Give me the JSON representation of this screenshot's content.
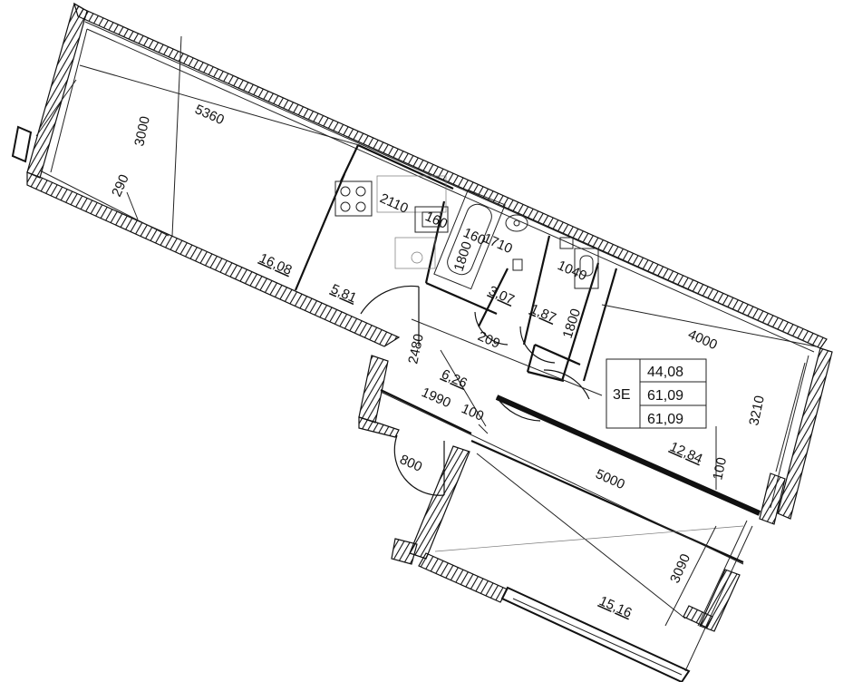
{
  "summary": {
    "code": "3E",
    "values": [
      "44,08",
      "61,09",
      "61,09"
    ]
  },
  "areas": {
    "living": "16,08",
    "kitchen": "5,81",
    "bath": "3,07",
    "wc": "1,87",
    "hall": "6,26",
    "bedroom1": "12,84",
    "bedroom2": "15,16"
  },
  "dimensions": {
    "living_len": "5360",
    "living_wid": "3000",
    "living_small": "290",
    "kitchen_len": "2110",
    "appliance": "160",
    "bath_a": "160",
    "bath_b": "1710",
    "bath_c": "1800",
    "wc_a": "1040",
    "wc_b": "1800",
    "hall_a": "2480",
    "hall_b": "1990",
    "hall_c": "100",
    "hall_d": "209",
    "entry": "800",
    "bed1_len": "4000",
    "bed1_wid": "3210",
    "bed1_small": "100",
    "bed2_len": "5000",
    "bed2_wid": "3090"
  }
}
